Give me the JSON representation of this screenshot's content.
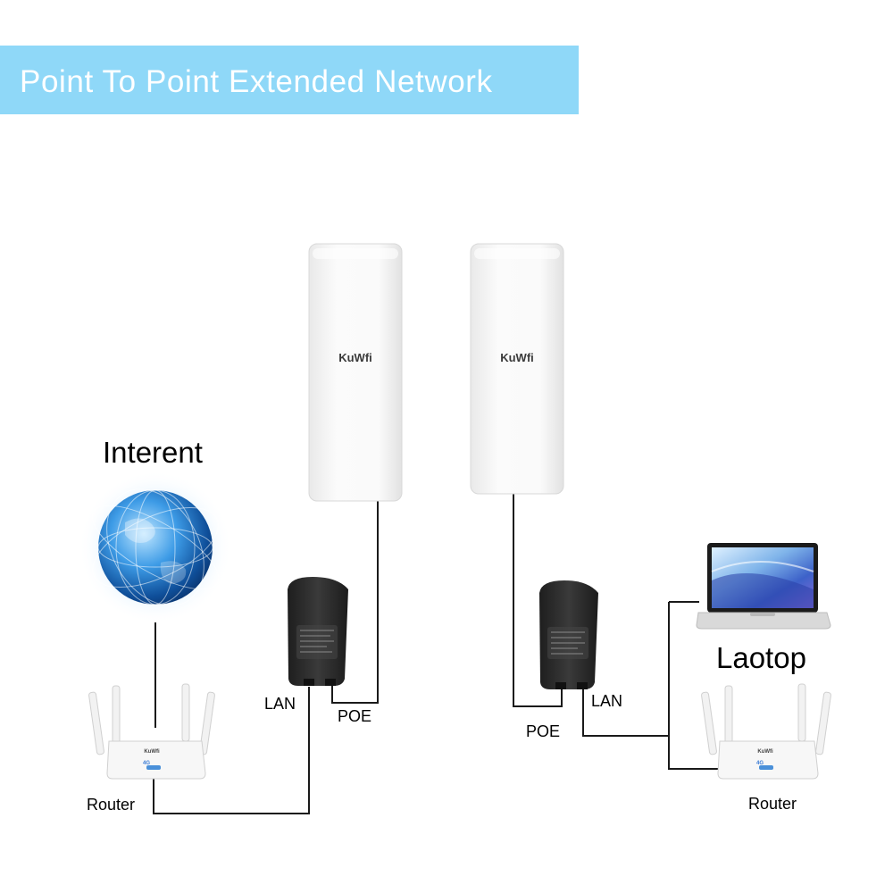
{
  "title": "Point To Point Extended Network",
  "colors": {
    "banner": "#8fd8f8",
    "banner_text": "#ffffff",
    "wire": "#1a1a1a",
    "device_body": "#f6f6f6",
    "poe_body": "#2f2f2f",
    "globe": "#2a86d6"
  },
  "labels": {
    "internet": "Interent",
    "laptop": "Laotop",
    "lan_left": "LAN",
    "poe_left": "POE",
    "poe_right": "POE",
    "lan_right": "LAN",
    "router_left": "Router",
    "router_right": "Router"
  },
  "devices": {
    "cpe_brand": "KuWfi",
    "router_brand": "KuWfi",
    "router_badge": "4G"
  }
}
